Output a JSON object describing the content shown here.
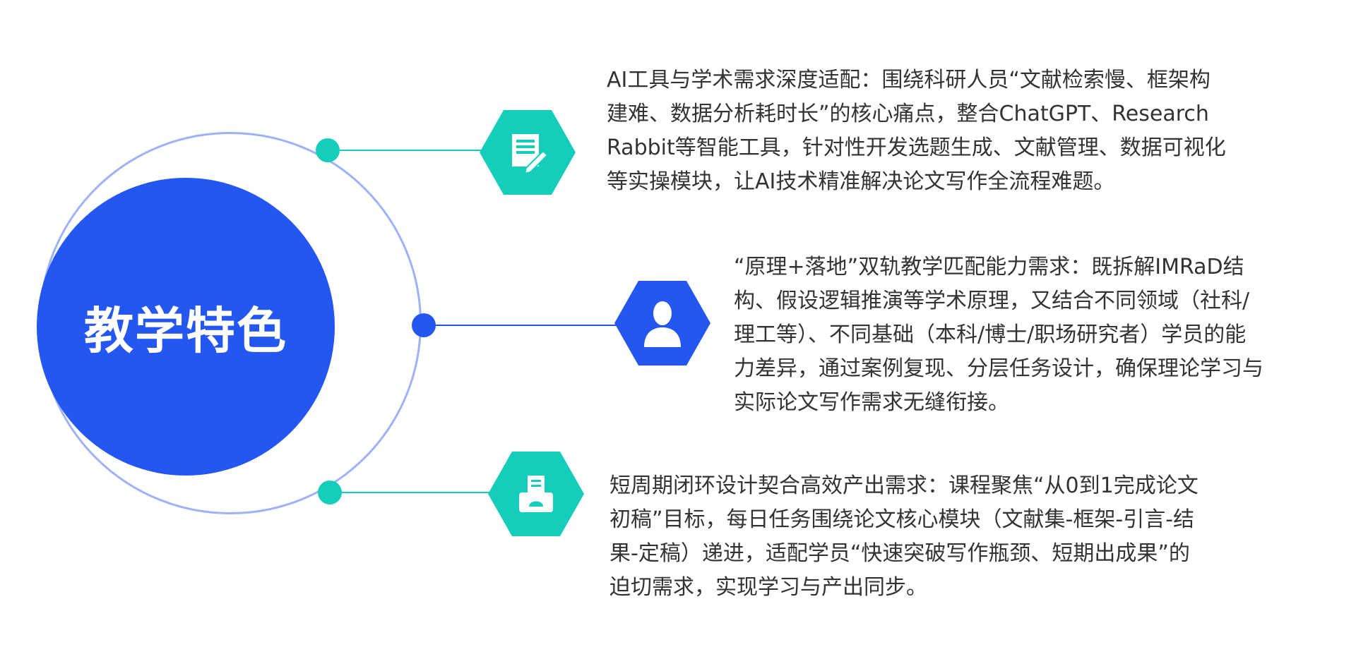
{
  "title": "教学特色",
  "colors": {
    "teal": "#14cdbb",
    "blue": "#2456f1",
    "ring": "#9fb2f7",
    "text": "#333333"
  },
  "features": [
    {
      "icon": "document-pencil-icon",
      "lines": [
        "AI工具与学术需求深度适配：围绕科研人员“文献检索慢、框架构",
        "建难、数据分析耗时长”的核心痛点，整合ChatGPT、Research",
        "Rabbit等智能工具，针对性开发选题生成、文献管理、数据可视化",
        "等实操模块，让AI技术精准解决论文写作全流程难题。"
      ]
    },
    {
      "icon": "person-icon",
      "lines": [
        "“原理+落地”双轨教学匹配能力需求：既拆解IMRaD结",
        "构、假设逻辑推演等学术原理，又结合不同领域（社科/",
        "理工等）、不同基础（本科/博士/职场研究者）学员的能",
        "力差异，通过案例复现、分层任务设计，确保理论学习与",
        "实际论文写作需求无缝衔接。"
      ]
    },
    {
      "icon": "fax-icon",
      "lines": [
        "短周期闭环设计契合高效产出需求：课程聚焦“从0到1完成论文",
        "初稿”目标，每日任务围绕论文核心模块（文献集-框架-引言-结",
        "果-定稿）递进，适配学员“快速突破写作瓶颈、短期出成果”的",
        "迫切需求，实现学习与产出同步。"
      ]
    }
  ]
}
